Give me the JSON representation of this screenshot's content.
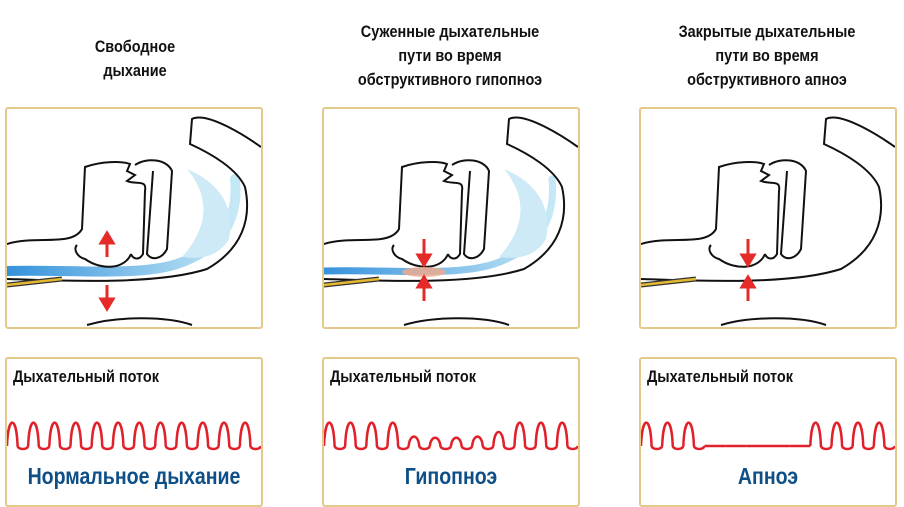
{
  "colors": {
    "frame": "#e3c98a",
    "wave": "#e0202a",
    "result": "#0d4f86",
    "air": "#39a6e6",
    "arrow": "#e52a2a"
  },
  "panels": [
    {
      "title_lines": [
        "Свободное",
        "дыхание"
      ],
      "flow_label": "Дыхательный поток",
      "result": "Нормальное дыхание",
      "airway": "open",
      "waveform": [
        1,
        1,
        1,
        1,
        1,
        1,
        1,
        1,
        1,
        1,
        1,
        1
      ]
    },
    {
      "title_lines": [
        "Суженные дыхательные",
        "пути во время",
        "обструктивного гипопноэ"
      ],
      "flow_label": "Дыхательный поток",
      "result": "Гипопноэ",
      "airway": "narrowed",
      "waveform": [
        1,
        1,
        1,
        1,
        0.4,
        0.35,
        0.35,
        0.4,
        0.6,
        1,
        1,
        1
      ]
    },
    {
      "title_lines": [
        "Закрытые дыхательные",
        "пути во время",
        "обструктивного апноэ"
      ],
      "flow_label": "Дыхательный поток",
      "result": "Апноэ",
      "airway": "closed",
      "waveform": [
        1,
        1,
        1,
        0,
        0,
        0,
        0,
        0,
        1,
        1,
        1,
        1
      ]
    }
  ]
}
